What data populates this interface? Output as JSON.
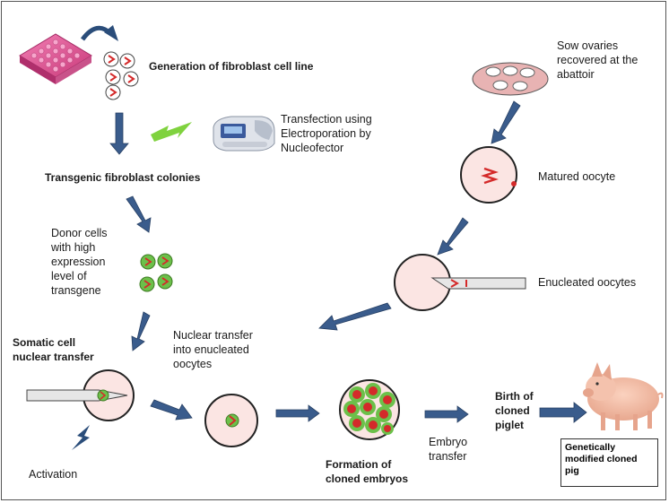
{
  "labels": {
    "fibroblast_line": "Generation of fibroblast cell line",
    "transfection": "Transfection using\nElectroporation by\nNucleofector",
    "transgenic_colonies": "Transgenic fibroblast colonies",
    "donor_cells": "Donor cells\nwith high\nexpression\nlevel of\ntransgene",
    "scnt": "Somatic cell\nnuclear transfer",
    "nuclear_transfer": "Nuclear transfer\ninto enucleated\noocytes",
    "activation": "Activation",
    "cloned_embryos": "Formation of\ncloned embryos",
    "embryo_transfer": "Embryo\ntransfer",
    "birth": "Birth of\ncloned\npiglet",
    "modified_pig": "Genetically\nmodified cloned\npig",
    "sow_ovaries": "Sow ovaries\nrecovered at the\nabattoir",
    "matured_oocyte": "Matured oocyte",
    "enucleated_oocytes": "Enucleated oocytes"
  },
  "colors": {
    "arrow": "#3a5c8c",
    "oocyte_fill": "#fbe5e3",
    "plate": "#e94a8f",
    "cell_green": "#6cc04a",
    "chromatin": "#d42a2a",
    "bolt": "#7fd23e"
  }
}
